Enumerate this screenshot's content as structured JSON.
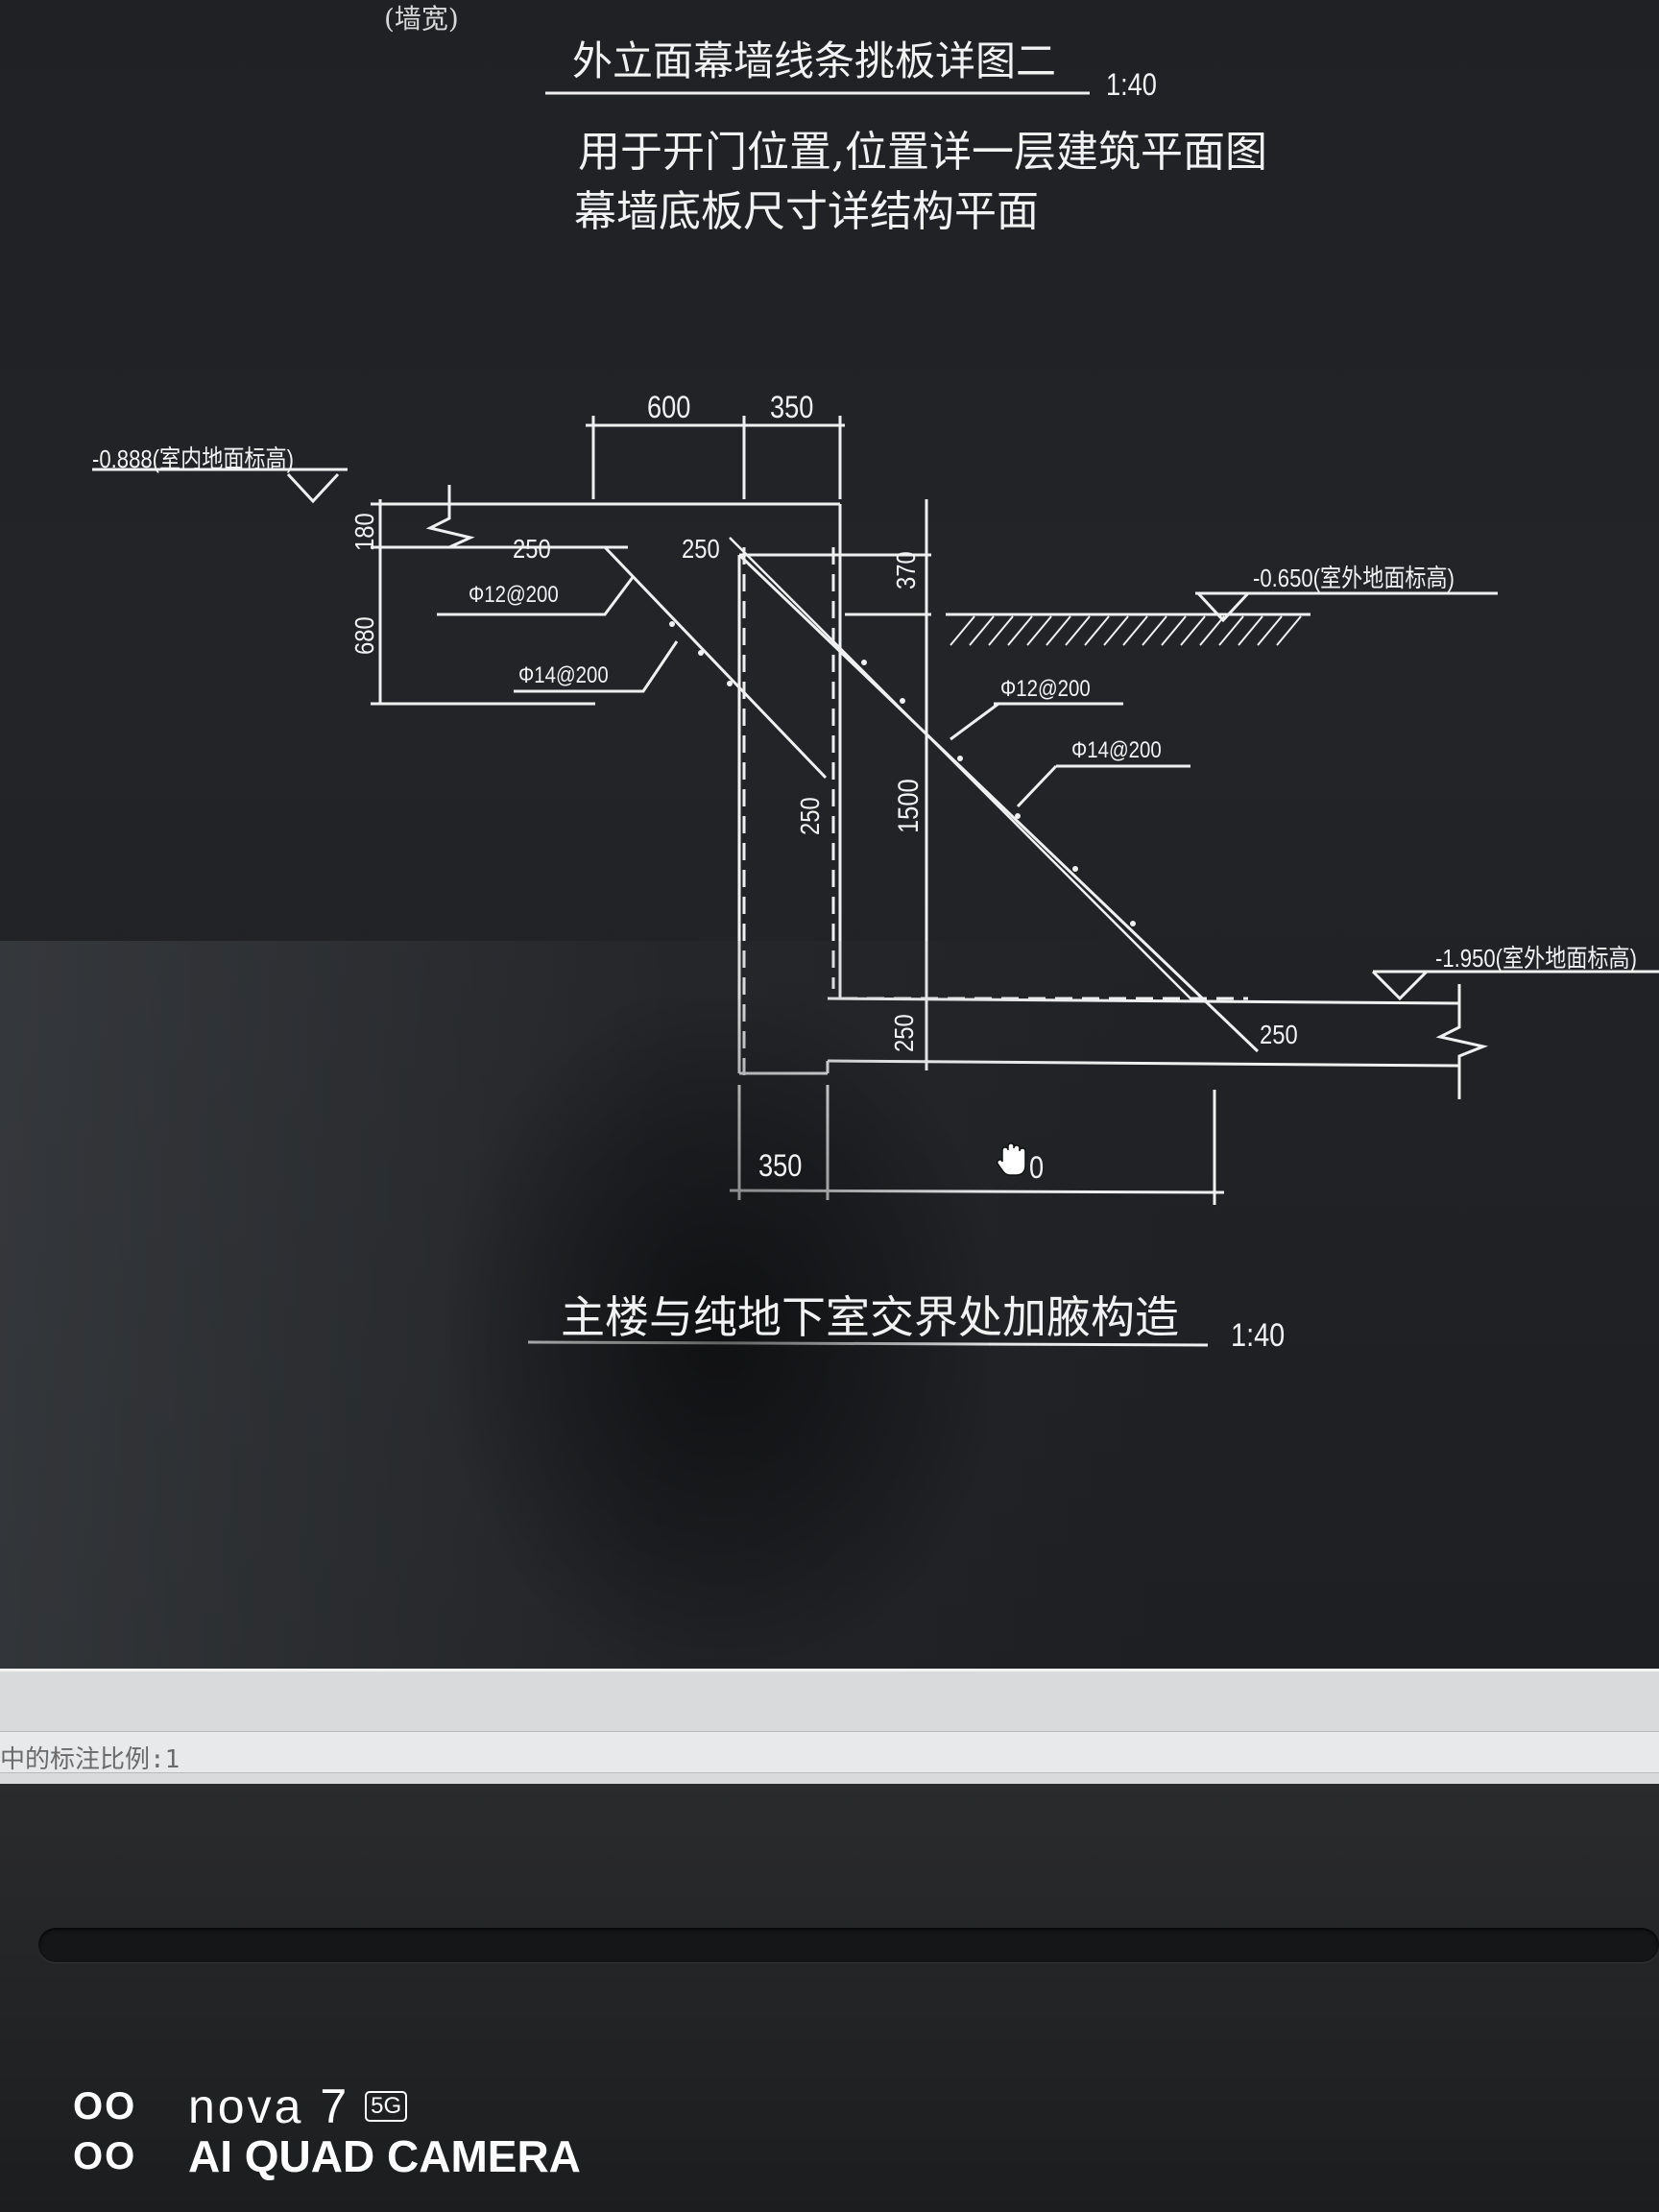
{
  "drawing": {
    "top_caption_partial": "(墙宽)",
    "detail_title": "外立面幕墙线条挑板详图二",
    "detail_scale": "1:40",
    "note_line1": "用于开门位置,位置详一层建筑平面图",
    "note_line2": "幕墙底板尺寸详结构平面",
    "main_title": "主楼与纯地下室交界处加腋构造",
    "main_scale": "1:40",
    "elevations": {
      "left": "-0.888(室内地面标高)",
      "right_upper": "-0.650(室外地面标高)",
      "right_lower": "-1.950(室外地面标高)"
    },
    "dims": {
      "top_600": "600",
      "top_350": "350",
      "left_180": "180",
      "left_680": "680",
      "inner_250_a": "250",
      "inner_250_b": "250",
      "right_370": "370",
      "mid_250_v": "250",
      "mid_1500": "1500",
      "bottom_250_v": "250",
      "bottom_250_h": "250",
      "bottom_350": "350",
      "bottom_obscured": "0"
    },
    "rebars": {
      "left_upper": "Φ12@200",
      "left_lower": "Φ14@200",
      "right_upper": "Φ12@200",
      "right_lower": "Φ14@200"
    }
  },
  "command_line": {
    "text": "中的标注比例:1"
  },
  "watermark": {
    "dots": "OO\nOO",
    "brand": "nova 7",
    "badge": "5G",
    "camera": "AI QUAD CAMERA"
  },
  "colors": {
    "cad_background": "#1f2124",
    "line_color": "#f2f2f2",
    "command_bar": "#d9dadb"
  },
  "icons": {
    "cursor": "hand-pointer-icon"
  }
}
